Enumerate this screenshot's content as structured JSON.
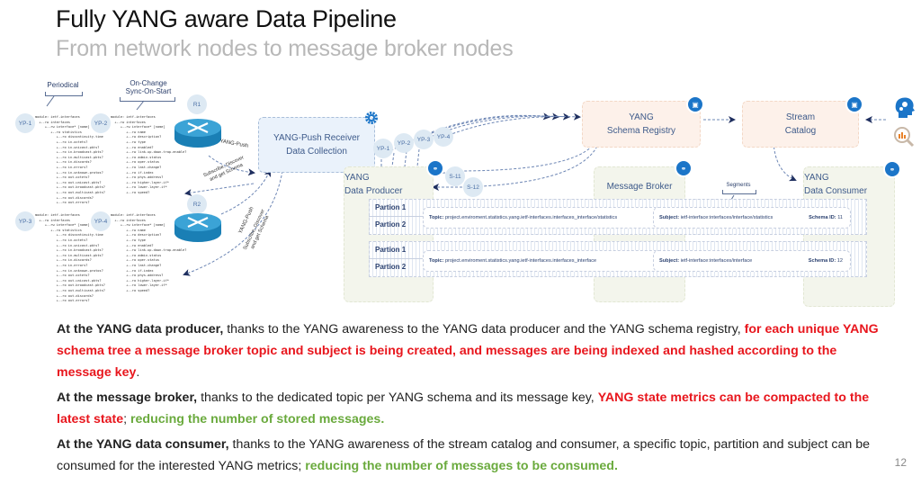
{
  "slide": {
    "title": "Fully YANG aware Data Pipeline",
    "subtitle": "From network nodes to message broker nodes",
    "page_number": "12"
  },
  "diagram": {
    "labels": {
      "periodical": "Periodical",
      "on_change": "On-Change",
      "sync_on_start": "Sync-On-Start",
      "segments": "Segments"
    },
    "routers": [
      {
        "id": "R1"
      },
      {
        "id": "R2"
      }
    ],
    "yang_push_sources": [
      {
        "id": "YP-1",
        "tree": "module: ietf-interfaces\n  +--rw interfaces\n     +--rw interface* [name]\n        +--ro statistics\n           +--ro discontinuity-time\n           +--ro in-octets?\n           +--ro in-unicast-pkts?\n           +--ro in-broadcast-pkts?\n           +--ro in-multicast-pkts?\n           +--ro in-discards?\n           +--ro in-errors?\n           +--ro in-unknown-protos?\n           +--ro out-octets?\n           +--ro out-unicast-pkts?\n           +--ro out-broadcast-pkts?\n           +--ro out-multicast-pkts?\n           +--ro out-discards?\n           +--ro out-errors?"
      },
      {
        "id": "YP-2",
        "tree": "module: ietf-interfaces\n  +--rw interfaces\n     +--rw interface* [name]\n        +--rw name\n        +--rw description?\n        +--rw type\n        +--rw enabled?\n        +--rw link-up-down-trap-enable?\n        +--ro admin-status\n        +--ro oper-status\n        +--ro last-change?\n        +--ro if-index\n        +--ro phys-address?\n        +--ro higher-layer-if*\n        +--ro lower-layer-if*\n        +--ro speed?"
      },
      {
        "id": "YP-3",
        "tree": "module: ietf-interfaces\n  +--rw interfaces\n     +--rw interface* [name]\n        +--ro statistics\n           +--ro discontinuity-time\n           +--ro in-octets?\n           +--ro in-unicast-pkts?\n           +--ro in-broadcast-pkts?\n           +--ro in-multicast-pkts?\n           +--ro in-discards?\n           +--ro in-errors?\n           +--ro in-unknown-protos?\n           +--ro out-octets?\n           +--ro out-unicast-pkts?\n           +--ro out-broadcast-pkts?\n           +--ro out-multicast-pkts?\n           +--ro out-discards?\n           +--ro out-errors?"
      },
      {
        "id": "YP-4",
        "tree": "module: ietf-interfaces\n  +--rw interfaces\n     +--rw interface* [name]\n        +--rw name\n        +--rw description?\n        +--rw type\n        +--rw enabled?\n        +--rw link-up-down-trap-enable?\n        +--ro admin-status\n        +--ro oper-status\n        +--ro last-change?\n        +--ro if-index\n        +--ro phys-address?\n        +--ro higher-layer-if*\n        +--ro lower-layer-if*\n        +--ro speed?"
      }
    ],
    "edge_labels": {
      "yang_push": "YANG-Push",
      "subscribe": "Subscribe, Discover",
      "get_schema": "and get Schema"
    },
    "nodes": {
      "receiver": {
        "line1": "YANG-Push Receiver",
        "line2": "Data Collection"
      },
      "schema_registry": {
        "line1": "YANG",
        "line2": "Schema Registry"
      },
      "stream_catalog": {
        "line1": "Stream",
        "line2": "Catalog"
      },
      "producer": {
        "line1": "YANG",
        "line2": "Data Producer"
      },
      "broker": {
        "line1": "Message Broker"
      },
      "consumer": {
        "line1": "YANG",
        "line2": "Data Consumer"
      }
    },
    "producer_bubbles": [
      "YP-1",
      "YP-2",
      "YP-3",
      "YP-4"
    ],
    "schema_bubbles": [
      "S-11",
      "S-12"
    ],
    "topics": [
      {
        "partitions": [
          "Partion 1",
          "Partion 2"
        ],
        "topic_label": "Topic:",
        "topic": "project.enviroment.statistics.yang.ietf-interfaces.interfaces_interface/statistics",
        "subject_label": "Subject:",
        "subject": "ietf-interface:interfaces/interface/statistics",
        "schema_label": "Schema ID:",
        "schema_id": "11"
      },
      {
        "partitions": [
          "Partion 1",
          "Partion 2"
        ],
        "topic_label": "Topic:",
        "topic": "project.enviroment.statistics.yang.ietf-interfaces.interfaces_interface",
        "subject_label": "Subject:",
        "subject": "ietf-interface:interfaces/interface",
        "schema_label": "Schema ID:",
        "schema_id": "12"
      }
    ],
    "icons": [
      "gear-icon",
      "book-icon",
      "book-icon",
      "link-icon",
      "link-icon",
      "link-icon",
      "head-gears-icon",
      "analytics-magnifier-icon"
    ]
  },
  "paragraphs": {
    "p1": {
      "lead": "At the YANG data producer,",
      "text": " thanks to the YANG awareness to the YANG data producer and the YANG schema registry, ",
      "red": "for each unique YANG schema tree a message broker topic and subject is being created, and messages are being indexed and hashed according to the message key",
      "end": "."
    },
    "p2": {
      "lead": "At the message broker,",
      "text": " thanks to the dedicated topic per YANG schema and its message key, ",
      "red": "YANG state metrics can be compacted to the latest state",
      "sep": "; ",
      "green": "reducing the number of stored messages."
    },
    "p3": {
      "lead": "At the YANG data consumer,",
      "text": " thanks to the YANG awareness of the stream catalog and consumer, a specific topic, partition and subject can be consumed for the interested YANG metrics; ",
      "green": "reducing the number of messages to be consumed."
    }
  },
  "colors": {
    "accent_blue": "#1b75c8",
    "arrow_navy": "#1f2f5f",
    "highlight_red": "#e8161d",
    "highlight_green": "#6aaa3d"
  }
}
